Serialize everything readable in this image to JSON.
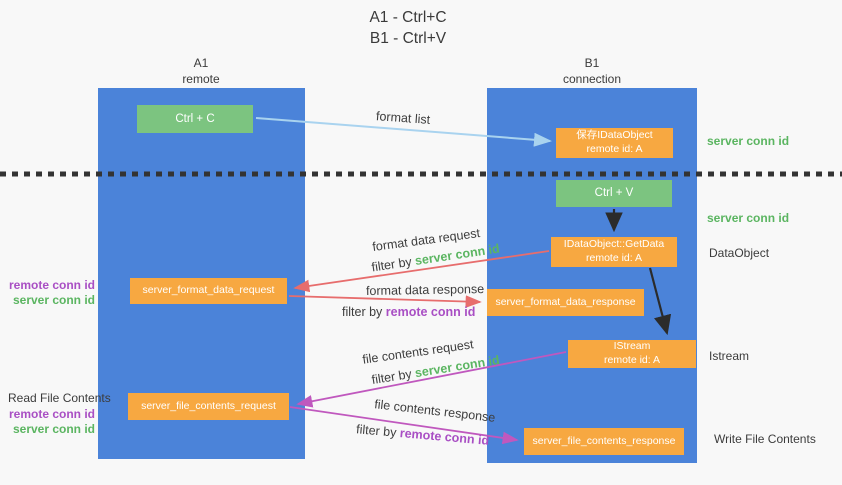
{
  "title": {
    "line1": "A1 - Ctrl+C",
    "line2": "B1 - Ctrl+V"
  },
  "colors": {
    "column_blue": "#4b83d9",
    "box_orange": "#f7a841",
    "box_green": "#7cc480",
    "arrow_blue": "#a9d3ef",
    "arrow_red": "#e76d6d",
    "arrow_magenta": "#c058be",
    "arrow_black": "#2b2b2b",
    "divider_black": "#333333",
    "text_green": "#5bb561",
    "text_purple": "#a94fc4"
  },
  "lifelines": {
    "a1": {
      "name": "A1",
      "subtitle": "remote"
    },
    "b1": {
      "name": "B1",
      "subtitle": "connection"
    }
  },
  "boxes": {
    "ctrl_c": {
      "label": "Ctrl + C"
    },
    "save_idataobject": {
      "line1": "保存IDataObject",
      "line2": "remote id: A"
    },
    "ctrl_v": {
      "label": "Ctrl + V"
    },
    "getdata": {
      "line1": "IDataObject::GetData",
      "line2": "remote id: A"
    },
    "format_request": {
      "label": "server_format_data_request"
    },
    "format_response": {
      "label": "server_format_data_response"
    },
    "istream": {
      "line1": "IStream",
      "line2": "remote id: A"
    },
    "file_request": {
      "label": "server_file_contents_request"
    },
    "file_response": {
      "label": "server_file_contents_response"
    }
  },
  "flow_labels": {
    "format_list": "format list",
    "format_data_request": "format data request",
    "format_data_response": "format data response",
    "file_contents_request": "file contents request",
    "file_contents_response": "file contents response",
    "filter_by": "filter by ",
    "server_conn_id": "server conn id",
    "remote_conn_id": "remote conn id"
  },
  "side_labels": {
    "left_top": {
      "remote": "remote conn id",
      "server": "server conn id"
    },
    "left_bottom": {
      "title": "Read File Contents",
      "remote": "remote conn id",
      "server": "server conn id"
    },
    "right": {
      "server_conn_id_1": "server conn id",
      "server_conn_id_2": "server conn id",
      "dataobject": "DataObject",
      "istream": "Istream",
      "write_file": "Write File Contents"
    }
  }
}
